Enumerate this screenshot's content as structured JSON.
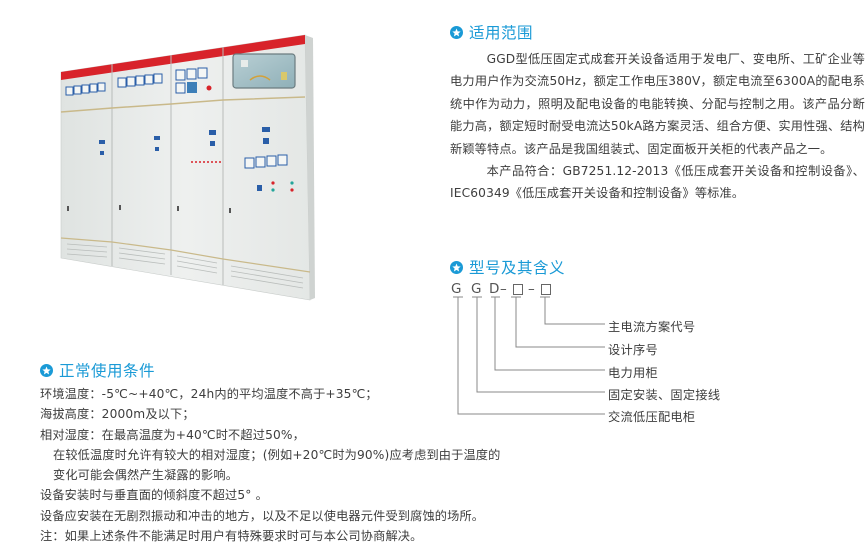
{
  "product_image": {
    "alt": "GGD low-voltage fixed switchgear cabinet row",
    "panels": 4,
    "colors": {
      "body": "#e9ecea",
      "top_stripe": "#d8232a",
      "meter_blue": "#2a5ea8",
      "trim": "#c9b98a"
    }
  },
  "colors": {
    "accent": "#1a9ad6",
    "text": "#3d3d3d",
    "line": "#888888"
  },
  "scope": {
    "heading": "适用范围",
    "icon": "star-circle-icon",
    "paragraph1": "GGD型低压固定式成套开关设备适用于发电厂、变电所、工矿企业等电力用户作为交流50Hz，额定工作电压380V，额定电流至6300A的配电系统中作为动力，照明及配电设备的电能转换、分配与控制之用。该产品分断能力高，额定短时耐受电流达50kA路方案灵活、组合方便、实用性强、结构新颖等特点。该产品是我国组装式、固定面板开关柜的代表产品之一。",
    "paragraph2": "本产品符合：GB7251.12-2013《低压成套开关设备和控制设备》、IEC60349《低压成套开关设备和控制设备》等标准。"
  },
  "model": {
    "heading": "型号及其含义",
    "icon": "star-circle-icon",
    "code": {
      "c1": "G",
      "c2": "G",
      "c3": "D",
      "dash1": "–",
      "dash2": "–"
    },
    "meanings": [
      {
        "label": "主电流方案代号"
      },
      {
        "label": "设计序号"
      },
      {
        "label": "电力用柜"
      },
      {
        "label": "固定安装、固定接线"
      },
      {
        "label": "交流低压配电柜"
      }
    ]
  },
  "conditions": {
    "heading": "正常使用条件",
    "icon": "star-circle-icon",
    "lines": [
      "环境温度：-5℃~+40℃，24h内的平均温度不高于+35℃；",
      "海拔高度：2000m及以下；",
      "相对湿度：在最高温度为+40℃时不超过50%，",
      "在较低温度时允许有较大的相对湿度；(例如+20℃时为90%)应考虑到由于温度的",
      "变化可能会偶然产生凝露的影响。",
      "设备安装时与垂直面的倾斜度不超过5° 。",
      "设备应安装在无剧烈振动和冲击的地方，以及不足以使电器元件受到腐蚀的场所。",
      "注：如果上述条件不能满足时用户有特殊要求时可与本公司协商解决。"
    ]
  }
}
